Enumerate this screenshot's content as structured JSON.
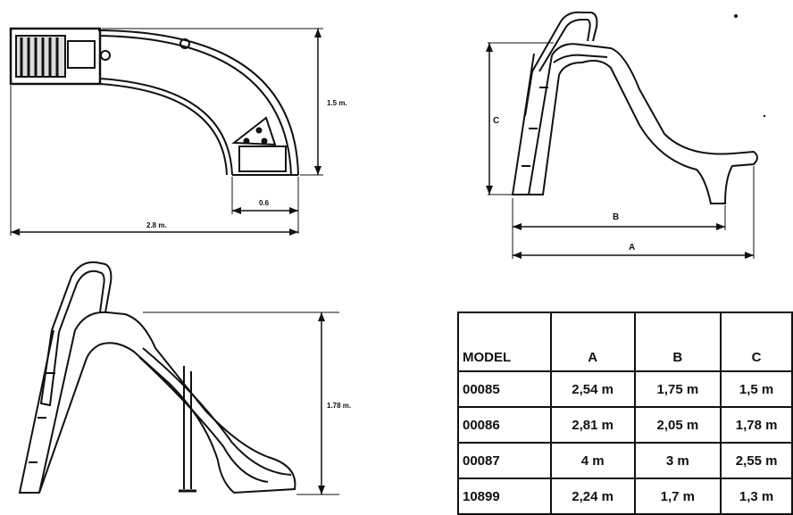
{
  "dimensions": {
    "curved_height": "1.5 m.",
    "curved_exit_width": "0.6",
    "curved_length": "2.8 m.",
    "side_height": "1.78 m.",
    "label_b": "B",
    "label_a": "A",
    "label_c": "C"
  },
  "table": {
    "headers": [
      "MODEL",
      "A",
      "B",
      "C"
    ],
    "rows": [
      [
        "00085",
        "2,54 m",
        "1,75 m",
        "1,5 m"
      ],
      [
        "00086",
        "2,81 m",
        "2,05 m",
        "1,78 m"
      ],
      [
        "00087",
        "4 m",
        "3 m",
        "2,55 m"
      ],
      [
        "10899",
        "2,24 m",
        "1,7 m",
        "1,3 m"
      ]
    ]
  }
}
